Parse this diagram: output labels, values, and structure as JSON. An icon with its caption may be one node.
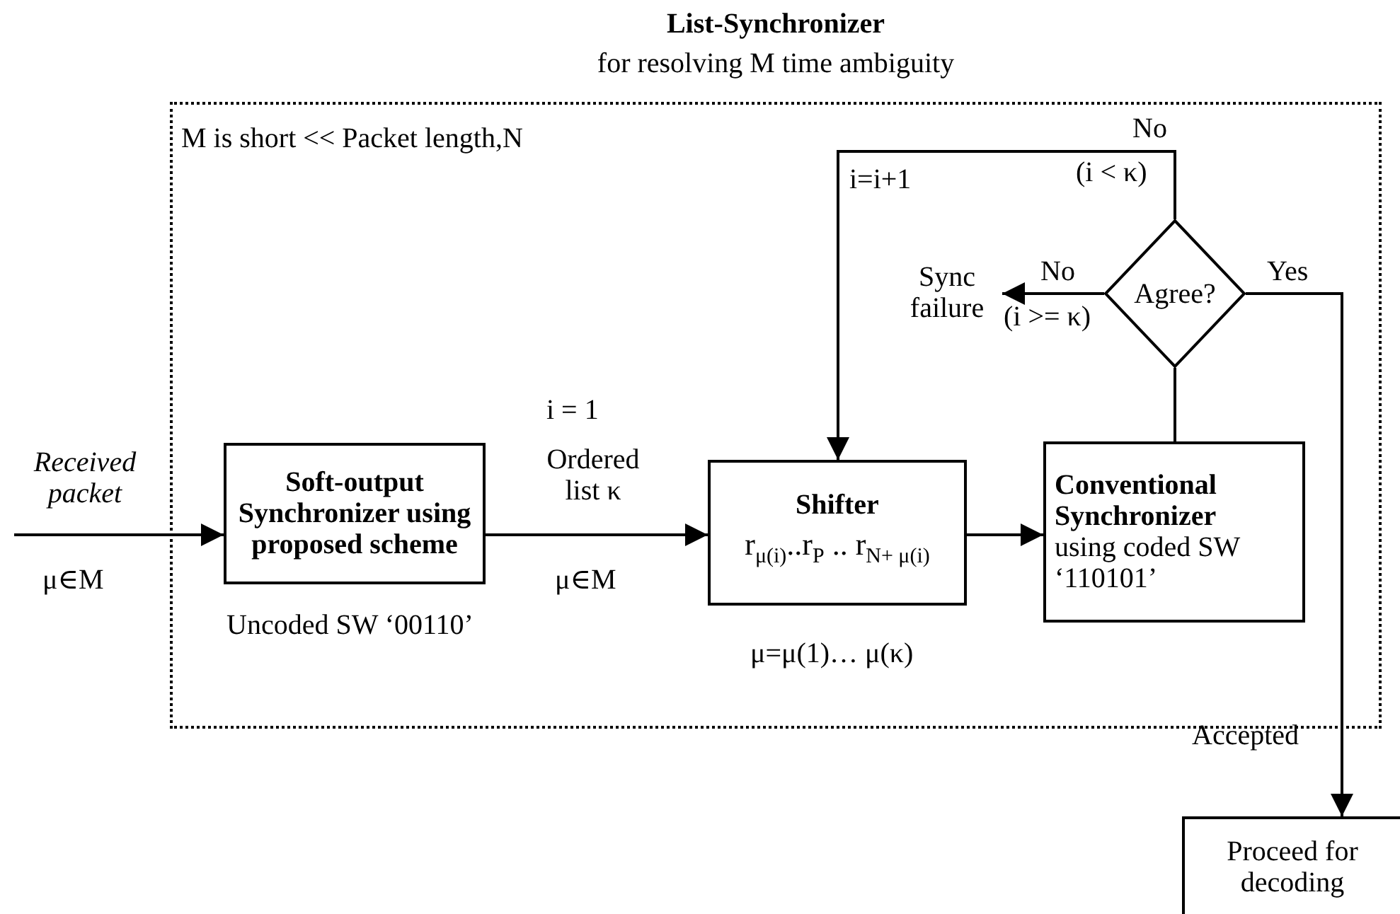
{
  "diagram": {
    "nodes": [
      {
        "text": [
          "List-Synchronizer",
          "for resolving M time ambiguity",
          "M is short << Packet length,N"
        ]
      },
      {
        "text": [
          "Soft-output Synchronizer using proposed scheme"
        ],
        "beside": [
          "Uncoded SW ‘00110’"
        ],
        "in": 0
      },
      {
        "text": [
          "Shifter",
          "r$_{μ(i)}$..r$_{P}$ .. r$_{N+ μ(i)}$"
        ],
        "beside": [
          "μ=μ(1)… μ(κ)"
        ],
        "in": 0
      },
      {
        "text": [
          "Conventional Synchronizer",
          "using coded SW ‘110101’"
        ],
        "in": 0
      },
      {
        "text": [
          "Agree?"
        ],
        "in": 0
      },
      {
        "text": [
          "Sync failure"
        ],
        "in": 0
      },
      {
        "text": [
          "Proceed for decoding"
        ]
      }
    ],
    "edges": [
      {
        "from": null,
        "to": 1,
        "arrow": "to"
      },
      {
        "from": 1,
        "to": 2,
        "arrow": "to"
      },
      {
        "from": 2,
        "to": 3,
        "arrow": "to"
      },
      {
        "from": 3,
        "to": 4,
        "arrow": "none"
      },
      {
        "from": 4,
        "to": 2,
        "arrow": "to"
      },
      {
        "from": 4,
        "to": 5,
        "arrow": "to"
      },
      {
        "from": 4,
        "to": 6,
        "arrow": "to"
      }
    ],
    "labels": [
      "No",
      "i=i+1",
      "(i < κ)",
      "No",
      "Yes",
      "(i >= κ)",
      "i = 1",
      "Received packet",
      "Ordered list κ",
      "μ∈M",
      "μ∈M",
      "Accepted"
    ]
  }
}
